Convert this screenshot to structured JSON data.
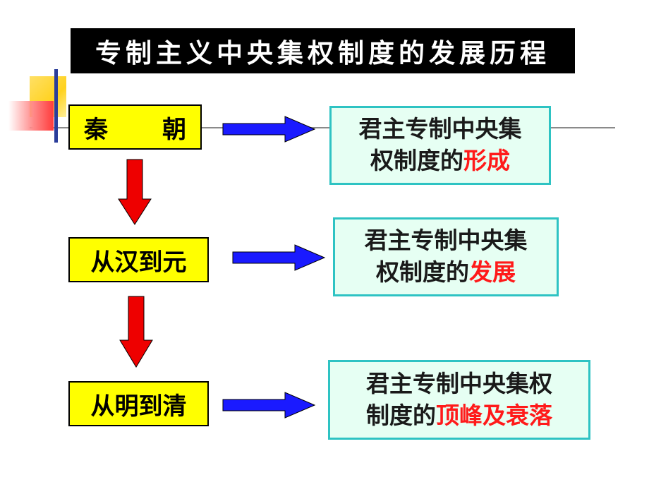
{
  "title": "专制主义中央集权制度的发展历程",
  "stages": [
    {
      "label_left": "秦",
      "label_right": "朝"
    },
    {
      "label": "从汉到元"
    },
    {
      "label": "从明到清"
    }
  ],
  "descriptions": [
    {
      "line1": "君主专制中央集",
      "line2_plain": "权制度的",
      "line2_highlight": "形成"
    },
    {
      "line1": "君主专制中央集",
      "line2_plain": "权制度的",
      "line2_highlight": "发展"
    },
    {
      "line1": "君主专制中央集权",
      "line2_plain": "制度的",
      "line2_highlight": "顶峰及衰落"
    }
  ],
  "colors": {
    "stage_fill": "#ffff00",
    "desc_fill": "#e6fff3",
    "desc_border": "#2ec3c3",
    "right_arrow": "#1a1aff",
    "down_arrow": "#ee0000",
    "highlight_text": "#ff1a1a",
    "title_bar": "#000000"
  }
}
